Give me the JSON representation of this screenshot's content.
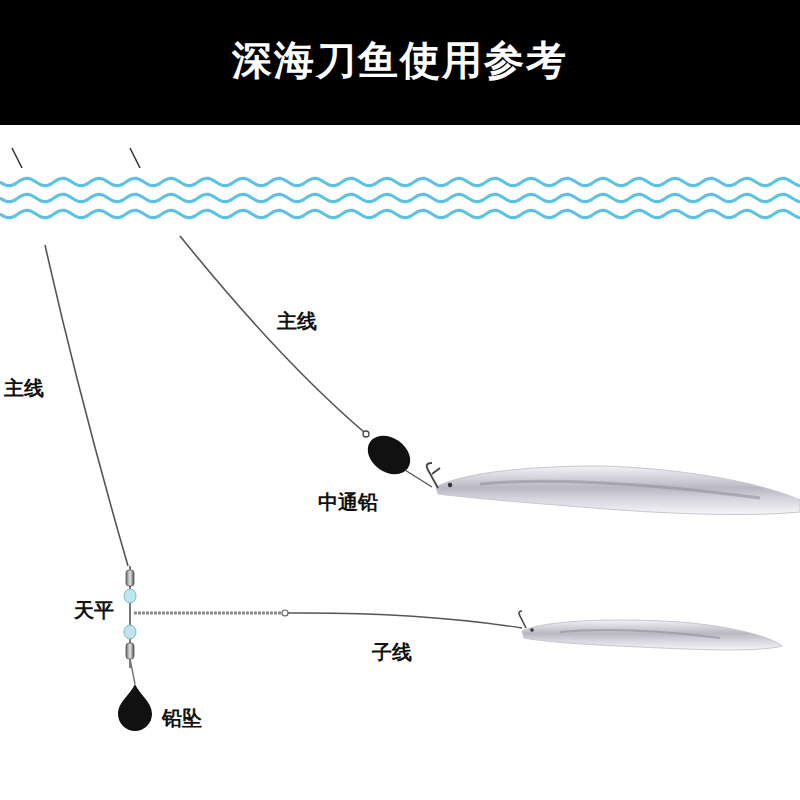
{
  "diagram": {
    "title": "深海刀鱼使用参考",
    "labels": [
      "主线",
      "主线",
      "中通铅",
      "天平",
      "子线",
      "铅坠"
    ]
  }
}
